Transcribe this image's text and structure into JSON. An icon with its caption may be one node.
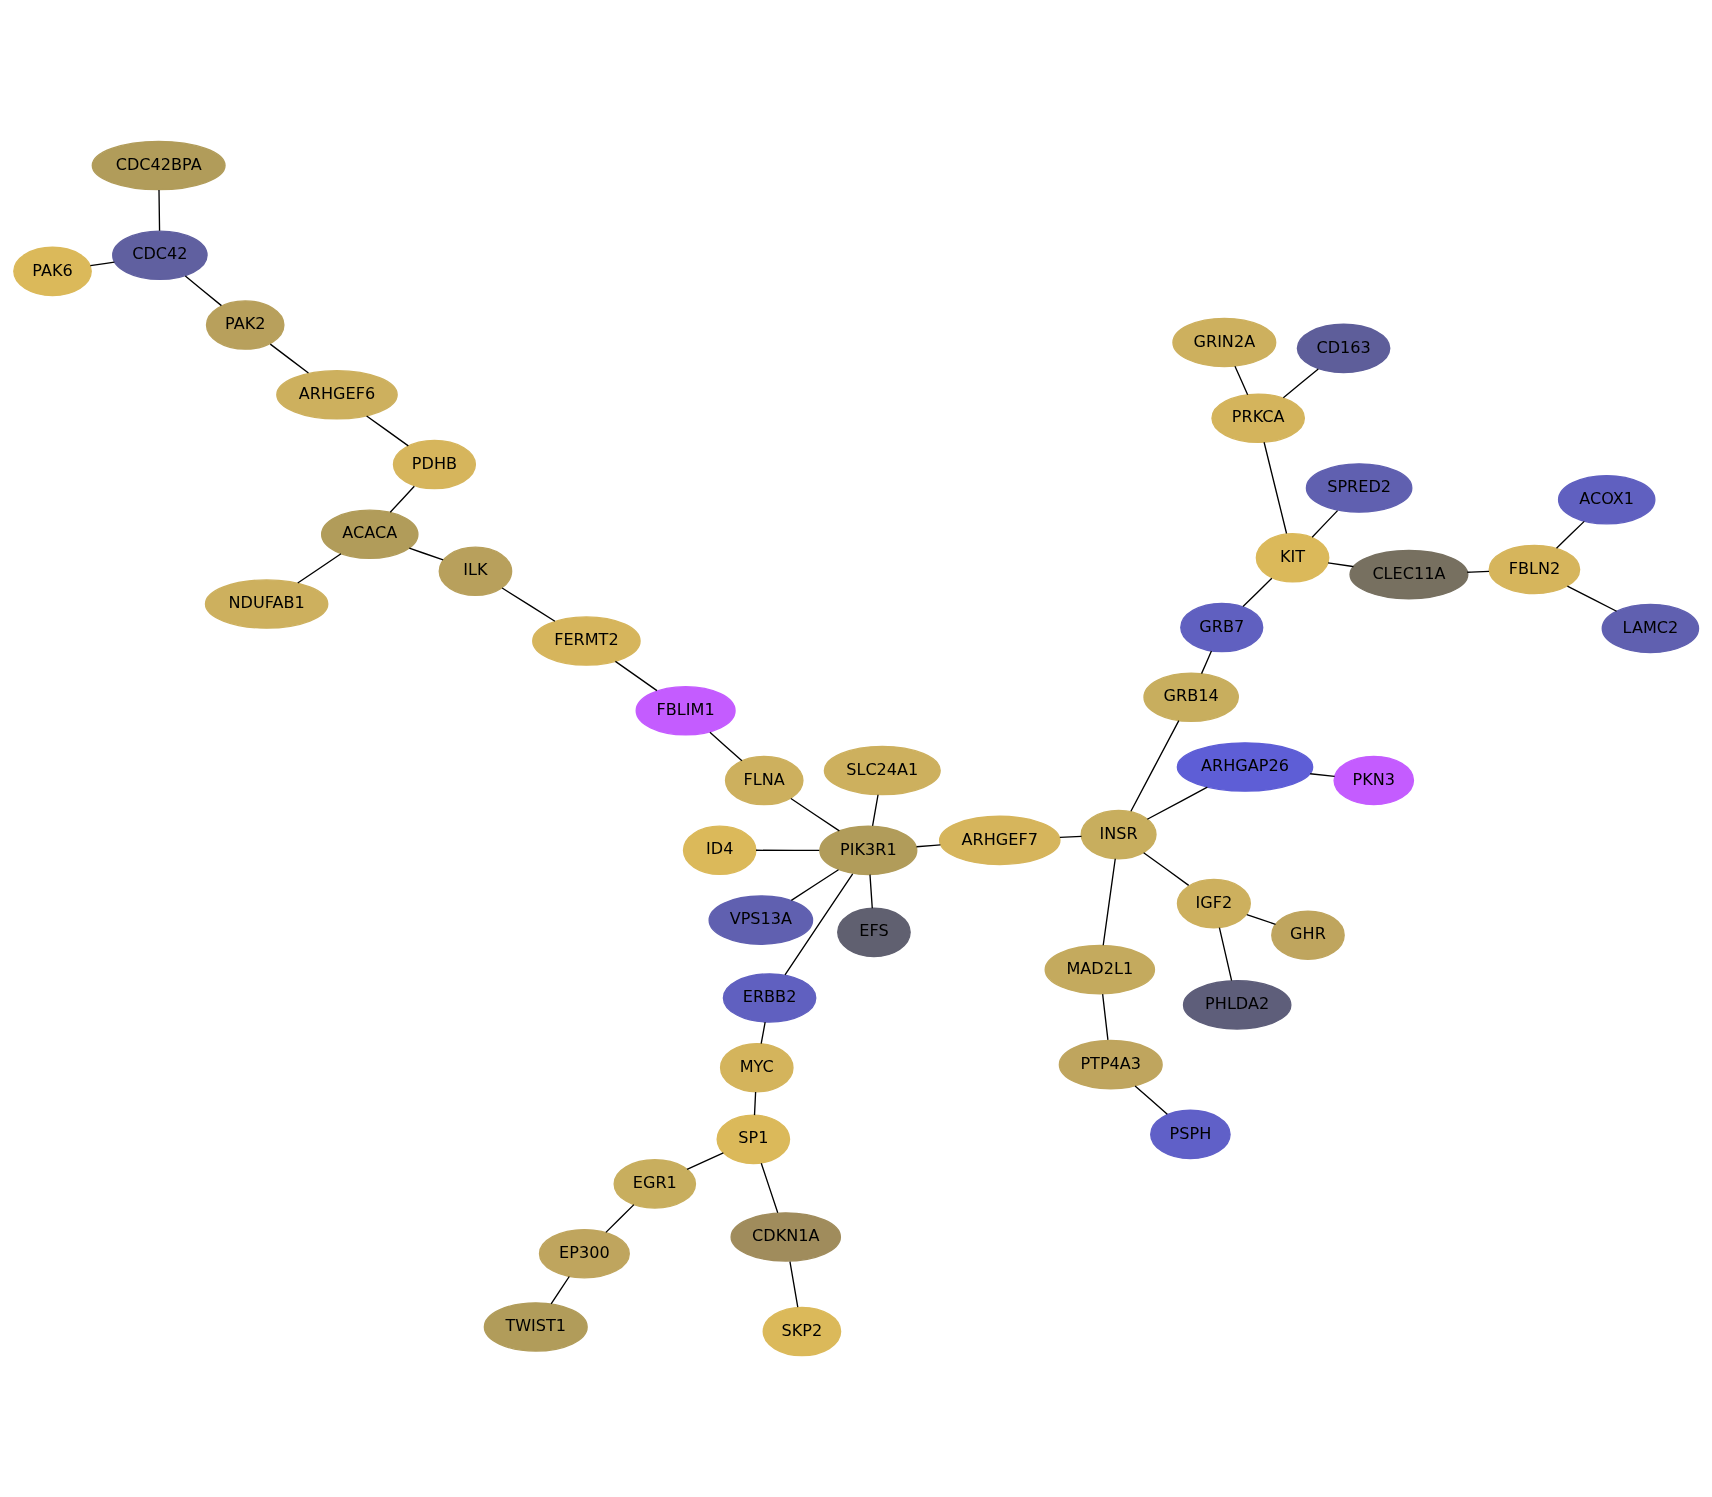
{
  "diagram": {
    "nodes": [
      {
        "text": [
          "TWIST1"
        ]
      },
      {
        "text": [
          "EP300"
        ]
      },
      {
        "text": [
          "SKP2"
        ]
      },
      {
        "text": [
          "EGR1"
        ]
      },
      {
        "text": [
          "CDKN1A"
        ]
      },
      {
        "text": [
          "SP1"
        ]
      },
      {
        "text": [
          "MYC"
        ]
      },
      {
        "text": [
          "ERBB2"
        ]
      },
      {
        "text": [
          "PSPH"
        ]
      },
      {
        "text": [
          "EFS"
        ]
      },
      {
        "text": [
          "VPS13A"
        ]
      },
      {
        "text": [
          "PAK6"
        ]
      },
      {
        "text": [
          "PTP4A3"
        ]
      },
      {
        "text": [
          "PIK3R1"
        ]
      },
      {
        "text": [
          "CDC42"
        ]
      },
      {
        "text": [
          "FLNA"
        ]
      },
      {
        "text": [
          "PAK2"
        ]
      },
      {
        "text": [
          "ARHGEF6"
        ]
      },
      {
        "text": [
          "MAD2L1"
        ]
      },
      {
        "text": [
          "FBLIM1"
        ]
      },
      {
        "text": [
          "PHLDA2"
        ]
      },
      {
        "text": [
          "SLC24A1"
        ]
      },
      {
        "text": [
          "FERMT2"
        ]
      },
      {
        "text": [
          "PDHB"
        ]
      },
      {
        "text": [
          "ILK"
        ]
      },
      {
        "text": [
          "ARHGEF7"
        ]
      },
      {
        "text": [
          "CDC42BPA"
        ]
      },
      {
        "text": [
          "ACACA"
        ]
      },
      {
        "text": [
          "ID4"
        ]
      },
      {
        "text": [
          "IGF2"
        ]
      },
      {
        "text": [
          "INSR"
        ]
      },
      {
        "text": [
          "GHR"
        ]
      },
      {
        "text": [
          "ARHGAP26"
        ]
      },
      {
        "text": [
          "NDUFAB1"
        ]
      },
      {
        "text": [
          "PKN3"
        ]
      },
      {
        "text": [
          "GRB14"
        ]
      },
      {
        "text": [
          "GRB7"
        ]
      },
      {
        "text": [
          "KIT"
        ]
      },
      {
        "text": [
          "PRKCA"
        ]
      },
      {
        "text": [
          "GRIN2A"
        ]
      },
      {
        "text": [
          "SPRED2"
        ]
      },
      {
        "text": [
          "CD163"
        ]
      },
      {
        "text": [
          "CLEC11A"
        ]
      },
      {
        "text": [
          "FBLN2"
        ]
      },
      {
        "text": [
          "LAMC2"
        ]
      },
      {
        "text": [
          "ACOX1"
        ]
      }
    ],
    "edges": [
      {
        "from": 0,
        "to": 1,
        "arrow": "none"
      },
      {
        "from": 1,
        "to": 3,
        "arrow": "none"
      },
      {
        "from": 3,
        "to": 5,
        "arrow": "none"
      },
      {
        "from": 2,
        "to": 4,
        "arrow": "none"
      },
      {
        "from": 4,
        "to": 5,
        "arrow": "none"
      },
      {
        "from": 5,
        "to": 6,
        "arrow": "none"
      },
      {
        "from": 6,
        "to": 7,
        "arrow": "none"
      },
      {
        "from": 7,
        "to": 13,
        "arrow": "none"
      },
      {
        "from": 9,
        "to": 13,
        "arrow": "none"
      },
      {
        "from": 10,
        "to": 13,
        "arrow": "none"
      },
      {
        "from": 13,
        "to": 15,
        "arrow": "none"
      },
      {
        "from": 13,
        "to": 21,
        "arrow": "none"
      },
      {
        "from": 13,
        "to": 28,
        "arrow": "none"
      },
      {
        "from": 13,
        "to": 25,
        "arrow": "none"
      },
      {
        "from": 15,
        "to": 19,
        "arrow": "none"
      },
      {
        "from": 19,
        "to": 22,
        "arrow": "none"
      },
      {
        "from": 22,
        "to": 24,
        "arrow": "none"
      },
      {
        "from": 24,
        "to": 27,
        "arrow": "none"
      },
      {
        "from": 27,
        "to": 23,
        "arrow": "none"
      },
      {
        "from": 27,
        "to": 33,
        "arrow": "none"
      },
      {
        "from": 23,
        "to": 17,
        "arrow": "none"
      },
      {
        "from": 17,
        "to": 16,
        "arrow": "none"
      },
      {
        "from": 16,
        "to": 14,
        "arrow": "none"
      },
      {
        "from": 14,
        "to": 11,
        "arrow": "none"
      },
      {
        "from": 14,
        "to": 26,
        "arrow": "none"
      },
      {
        "from": 25,
        "to": 30,
        "arrow": "none"
      },
      {
        "from": 30,
        "to": 18,
        "arrow": "none"
      },
      {
        "from": 18,
        "to": 12,
        "arrow": "none"
      },
      {
        "from": 12,
        "to": 8,
        "arrow": "none"
      },
      {
        "from": 30,
        "to": 29,
        "arrow": "none"
      },
      {
        "from": 29,
        "to": 20,
        "arrow": "none"
      },
      {
        "from": 29,
        "to": 31,
        "arrow": "none"
      },
      {
        "from": 30,
        "to": 32,
        "arrow": "none"
      },
      {
        "from": 32,
        "to": 34,
        "arrow": "none"
      },
      {
        "from": 30,
        "to": 35,
        "arrow": "none"
      },
      {
        "from": 35,
        "to": 36,
        "arrow": "none"
      },
      {
        "from": 36,
        "to": 37,
        "arrow": "none"
      },
      {
        "from": 37,
        "to": 40,
        "arrow": "none"
      },
      {
        "from": 37,
        "to": 38,
        "arrow": "none"
      },
      {
        "from": 38,
        "to": 39,
        "arrow": "none"
      },
      {
        "from": 38,
        "to": 41,
        "arrow": "none"
      },
      {
        "from": 37,
        "to": 42,
        "arrow": "none"
      },
      {
        "from": 42,
        "to": 43,
        "arrow": "none"
      },
      {
        "from": 43,
        "to": 44,
        "arrow": "none"
      },
      {
        "from": 43,
        "to": 45,
        "arrow": "none"
      }
    ]
  }
}
